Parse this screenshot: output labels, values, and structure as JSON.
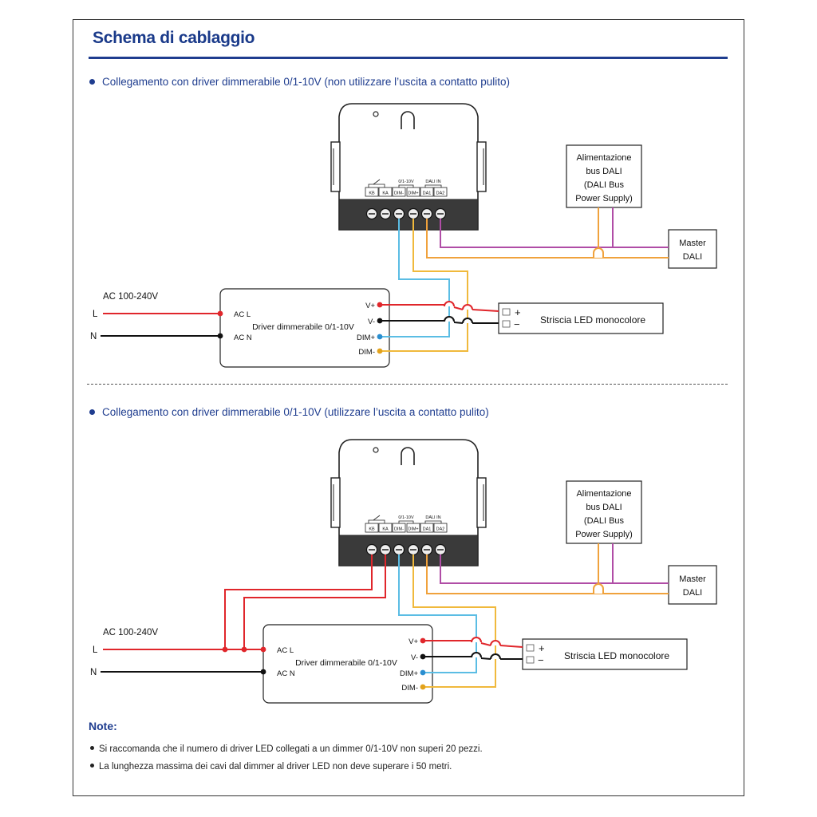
{
  "title": "Schema di cablaggio",
  "sections": [
    {
      "heading": "Collegamento con driver dimmerabile 0/1-10V (non utilizzare l’uscita a contatto pulito)",
      "module": {
        "group_labels": [
          "0/1-10V",
          "DALI IN"
        ],
        "terminals": [
          "KB",
          "KA",
          "DIM-",
          "DIM+",
          "DA1",
          "DA2"
        ]
      },
      "dali_power_supply": [
        "Alimentazione",
        "bus DALI",
        "(DALI Bus",
        "Power Supply)"
      ],
      "master_dali": [
        "Master",
        "DALI"
      ],
      "ac_label": "AC 100-240V",
      "line_l": "L",
      "line_n": "N",
      "driver": {
        "label": "Driver dimmerabile 0/1-10V",
        "inputs": [
          "AC L",
          "AC N"
        ],
        "outputs": [
          "V+",
          "V-",
          "DIM+",
          "DIM-"
        ]
      },
      "led_strip": {
        "label": "Striscia LED monocolore",
        "plus": "+",
        "minus": "−"
      }
    },
    {
      "heading": "Collegamento con driver dimmerabile 0/1-10V (utilizzare l’uscita a contatto pulito)",
      "module": {
        "group_labels": [
          "0/1-10V",
          "DALI IN"
        ],
        "terminals": [
          "KB",
          "KA",
          "DIM-",
          "DIM+",
          "DA1",
          "DA2"
        ]
      },
      "dali_power_supply": [
        "Alimentazione",
        "bus DALI",
        "(DALI Bus",
        "Power Supply)"
      ],
      "master_dali": [
        "Master",
        "DALI"
      ],
      "ac_label": "AC 100-240V",
      "line_l": "L",
      "line_n": "N",
      "driver": {
        "label": "Driver dimmerabile 0/1-10V",
        "inputs": [
          "AC L",
          "AC N"
        ],
        "outputs": [
          "V+",
          "V-",
          "DIM+",
          "DIM-"
        ]
      },
      "led_strip": {
        "label": "Striscia LED monocolore",
        "plus": "+",
        "minus": "−"
      }
    }
  ],
  "notes": {
    "title": "Note:",
    "items": [
      "Si raccomanda che il numero di driver LED collegati a un dimmer 0/1-10V non superi 20 pezzi.",
      "La lunghezza massima dei cavi dal dimmer al driver LED non deve superare i 50 metri."
    ]
  },
  "colors": {
    "heading": "#1f3d8f",
    "line_l": "#e0262b",
    "line_n": "#111111",
    "dim_plus": "#5bbde4",
    "dim_minus": "#f0b93c",
    "dali_1": "#b04da6",
    "dali_2": "#f0a23c"
  }
}
